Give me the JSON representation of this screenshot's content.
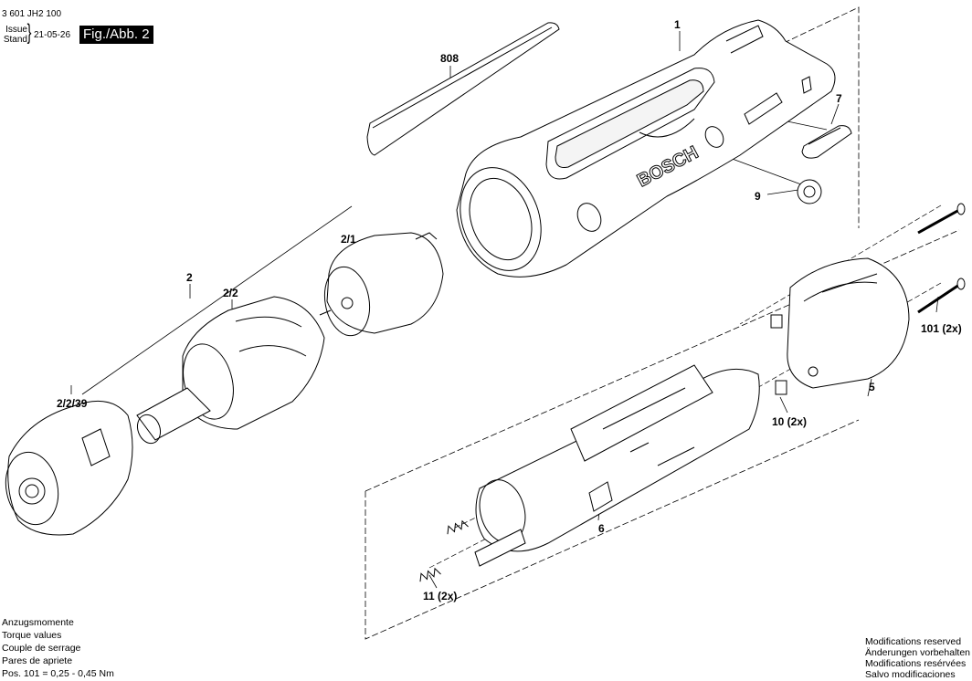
{
  "header": {
    "doc_number": "3 601 JH2 100",
    "issue_label": "Issue",
    "stand_label": "Stand",
    "date": "21-05-26",
    "figure": "Fig./Abb. 2"
  },
  "parts": [
    {
      "id": "p1",
      "label": "1"
    },
    {
      "id": "p808",
      "label": "808"
    },
    {
      "id": "p7",
      "label": "7"
    },
    {
      "id": "p9",
      "label": "9"
    },
    {
      "id": "p2_1",
      "label": "2/1"
    },
    {
      "id": "p2",
      "label": "2"
    },
    {
      "id": "p2_2",
      "label": "2/2"
    },
    {
      "id": "p2_2_39",
      "label": "2/2/39"
    },
    {
      "id": "p101",
      "label": "101 (2x)"
    },
    {
      "id": "p5",
      "label": "5"
    },
    {
      "id": "p10",
      "label": "10 (2x)"
    },
    {
      "id": "p6",
      "label": "6"
    },
    {
      "id": "p11",
      "label": "11 (2x)"
    }
  ],
  "logo_text": "BOSCH",
  "torque": {
    "lines": [
      "Anzugsmomente",
      "Torque values",
      "Couple de serrage",
      "Pares de apriete"
    ],
    "value": "Pos. 101  = 0,25 - 0,45 Nm"
  },
  "modifications": [
    "Modifications reserved",
    "Änderungen vorbehalten",
    "Modifications resérvées",
    "Salvo modificaciones"
  ]
}
